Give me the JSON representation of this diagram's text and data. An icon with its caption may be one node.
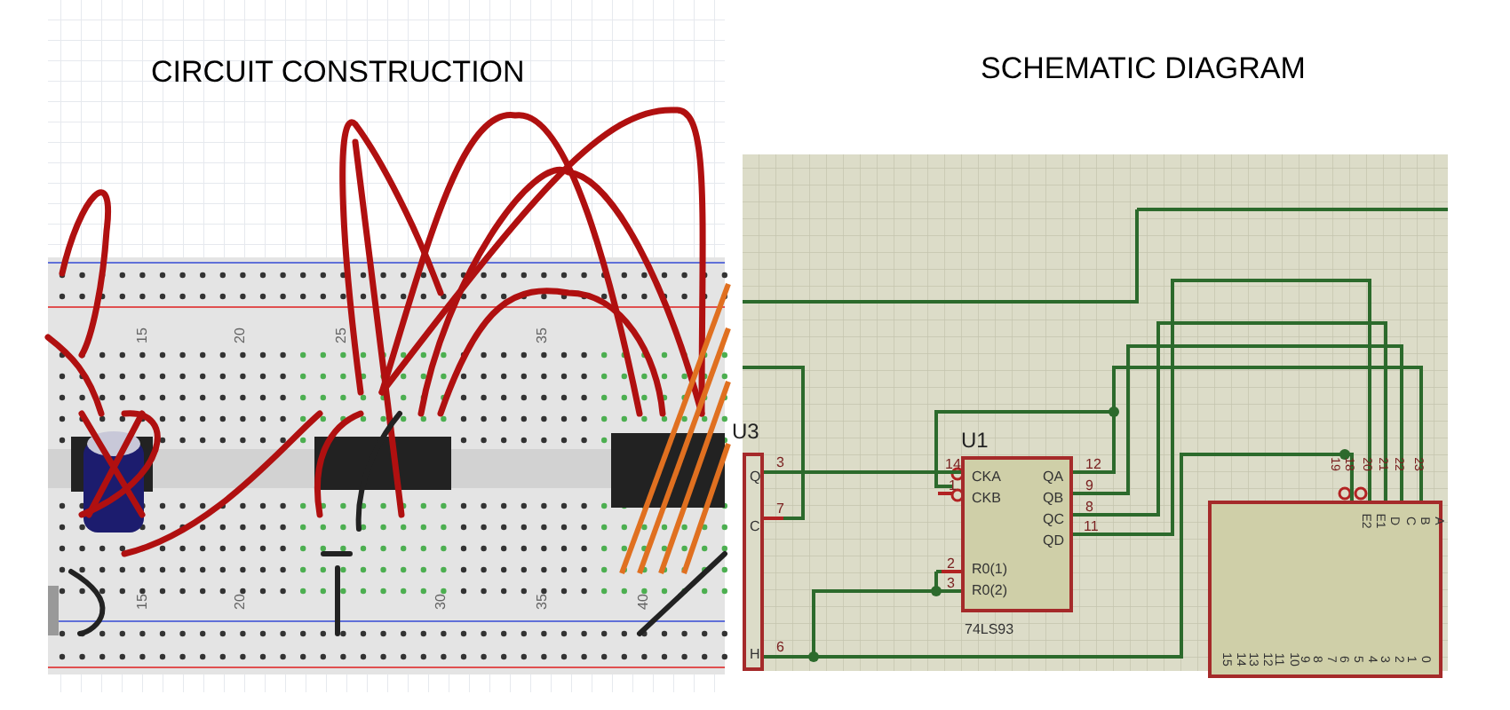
{
  "diagram": {
    "nodes": [
      {
        "text": [
          "U3",
          "Q",
          "C",
          "H"
        ],
        "beside": [
          "3",
          "7",
          "6"
        ]
      },
      {
        "text": [
          "U1",
          "CKA",
          "CKB",
          "QA",
          "QB",
          "QC",
          "QD",
          "R0(1)",
          "R0(2)"
        ],
        "beside": [
          "74LS93",
          "14",
          "1",
          "2",
          "3",
          "12",
          "9",
          "8",
          "11"
        ]
      },
      {
        "text": [
          "E2",
          "E1",
          "D",
          "C",
          "B",
          "A",
          "15",
          "14",
          "13",
          "12",
          "11",
          "10",
          "9",
          "8",
          "7",
          "6",
          "5",
          "4",
          "3",
          "2",
          "1",
          "0"
        ],
        "beside": [
          "19",
          "18",
          "20",
          "21",
          "22",
          "23"
        ]
      }
    ],
    "edges": [
      {
        "from": 0,
        "to": 1,
        "arrow": "none"
      },
      {
        "from": 1,
        "to": 2,
        "arrow": "none"
      },
      {
        "from": 1,
        "to": 2,
        "arrow": "none"
      },
      {
        "from": 1,
        "to": 2,
        "arrow": "none"
      },
      {
        "from": 1,
        "to": 2,
        "arrow": "none"
      },
      {
        "from": 0,
        "to": 1,
        "arrow": "none"
      },
      {
        "from": 0,
        "to": 2,
        "arrow": "none"
      }
    ],
    "labels": [
      "CIRCUIT CONSTRUCTION",
      "SCHEMATIC DIAGRAM",
      "15",
      "20",
      "25",
      "35",
      "15",
      "20",
      "30",
      "35",
      "40"
    ]
  }
}
